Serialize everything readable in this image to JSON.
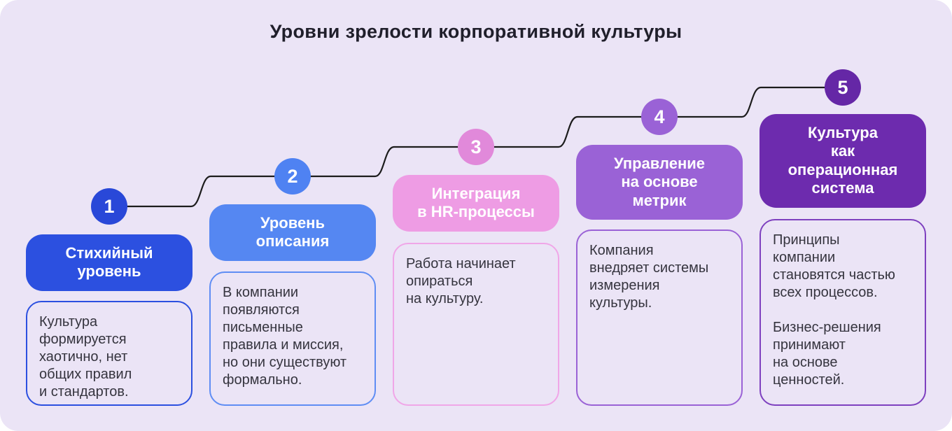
{
  "title": "Уровни зрелости корпоративной культуры",
  "background_color": "#ebe4f6",
  "connector": {
    "color": "#1c1c1c"
  },
  "levels": [
    {
      "number": "1",
      "name": "Стихийный\nуровень",
      "description": "Культура\nформируется\nхаотично, нет\nобщих правил\nи стандартов.",
      "circle_color": "#2948d8",
      "header_color": "#2c50e0",
      "border_color": "#2c50e0"
    },
    {
      "number": "2",
      "name": "Уровень\nописания",
      "description": "В компании\nпоявляются\nписьменные\nправила и миссия,\nно они существуют\nформально.",
      "circle_color": "#4f82f2",
      "header_color": "#5587f2",
      "border_color": "#5f8df4"
    },
    {
      "number": "3",
      "name": "Интеграция\nв HR-процессы",
      "description": "Работа начинает\nопираться\nна культуру.",
      "circle_color": "#e189da",
      "header_color": "#ee9ce4",
      "border_color": "#f0a6e8"
    },
    {
      "number": "4",
      "name": "Управление\nна основе\nметрик",
      "description": "Компания\nвнедряет системы\nизмерения\nкультуры.",
      "circle_color": "#9a62d6",
      "header_color": "#9a62d6",
      "border_color": "#9a62d6"
    },
    {
      "number": "5",
      "name": "Культура\nкак\nоперационная\nсистема",
      "description": "Принципы\nкомпании\nстановятся частью\nвсех процессов.\n\nБизнес-решения\nпринимают\nна основе\nценностей.",
      "circle_color": "#6527a6",
      "header_color": "#6d2bae",
      "border_color": "#7e40bf"
    }
  ]
}
